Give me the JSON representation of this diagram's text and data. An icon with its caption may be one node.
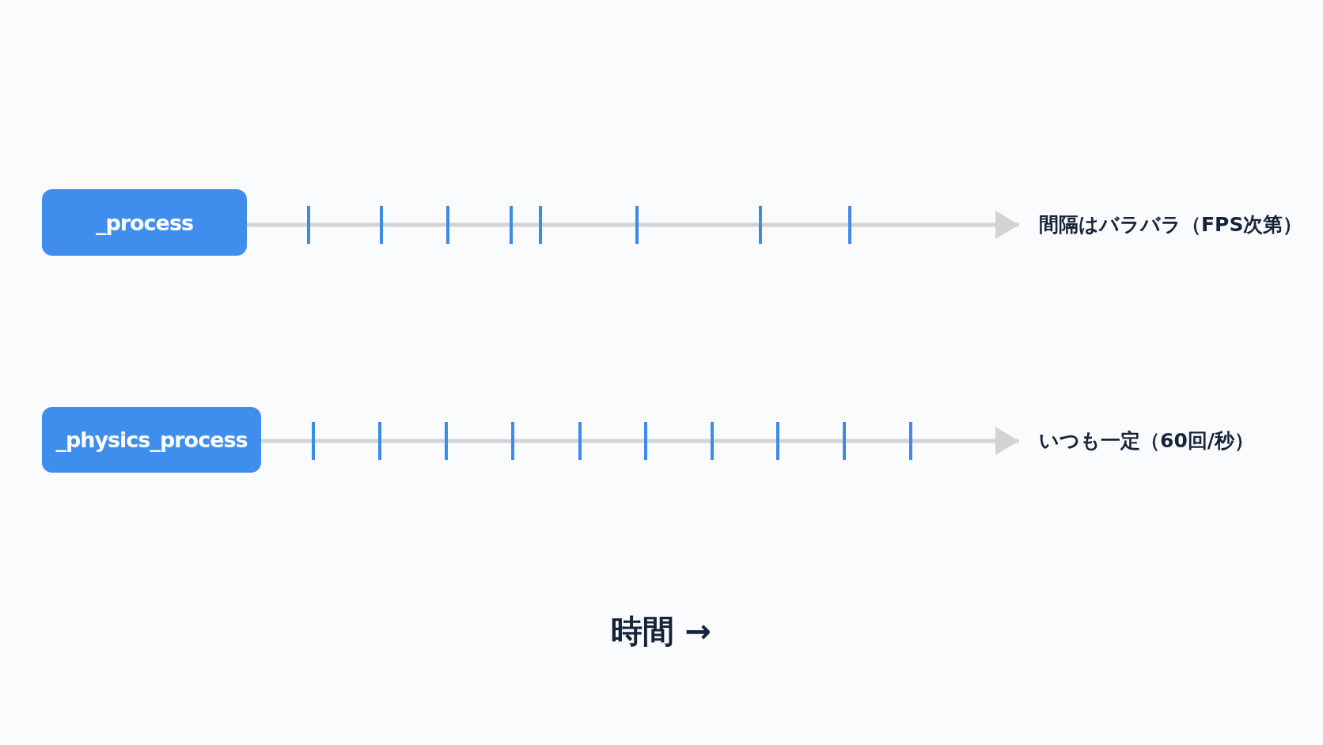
{
  "diagram": {
    "nodes": [
      {
        "text": [
          "_process"
        ]
      },
      {
        "text": [
          "間隔はバラバラ（FPS次第）"
        ]
      },
      {
        "text": [
          "_physics_process"
        ]
      },
      {
        "text": [
          "いつも一定（60回/秒）"
        ]
      }
    ],
    "edges": [
      {
        "from": 0,
        "to": 1,
        "arrow": "to"
      },
      {
        "from": 2,
        "to": 3,
        "arrow": "to"
      }
    ],
    "labels": [
      "時間 →"
    ]
  }
}
